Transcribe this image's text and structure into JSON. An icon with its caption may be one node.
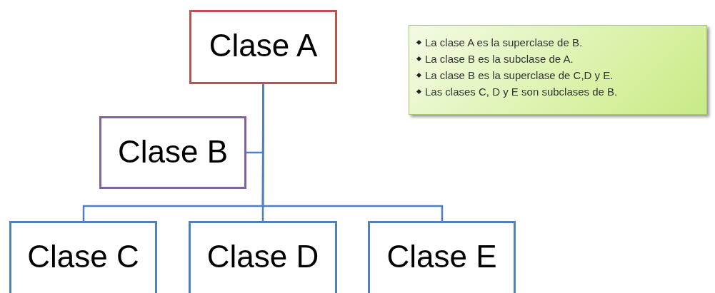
{
  "diagram": {
    "nodes": [
      {
        "text": [
          "Clase A"
        ]
      },
      {
        "text": [
          "Clase B"
        ]
      },
      {
        "text": [
          "Clase C"
        ]
      },
      {
        "text": [
          "Clase D"
        ]
      },
      {
        "text": [
          "Clase E"
        ]
      },
      {
        "text": [
          "La clase A es la superclase de B.",
          "La clase B es la subclase de A.",
          "La clase B es la superclase de C,D y E.",
          "Las clases C, D y E son subclases de B."
        ]
      }
    ],
    "edges": [
      {
        "from": 0,
        "to": 1,
        "arrow": "none"
      },
      {
        "from": 0,
        "to": 2,
        "arrow": "none"
      },
      {
        "from": 0,
        "to": 3,
        "arrow": "none"
      },
      {
        "from": 0,
        "to": 4,
        "arrow": "none"
      }
    ]
  }
}
